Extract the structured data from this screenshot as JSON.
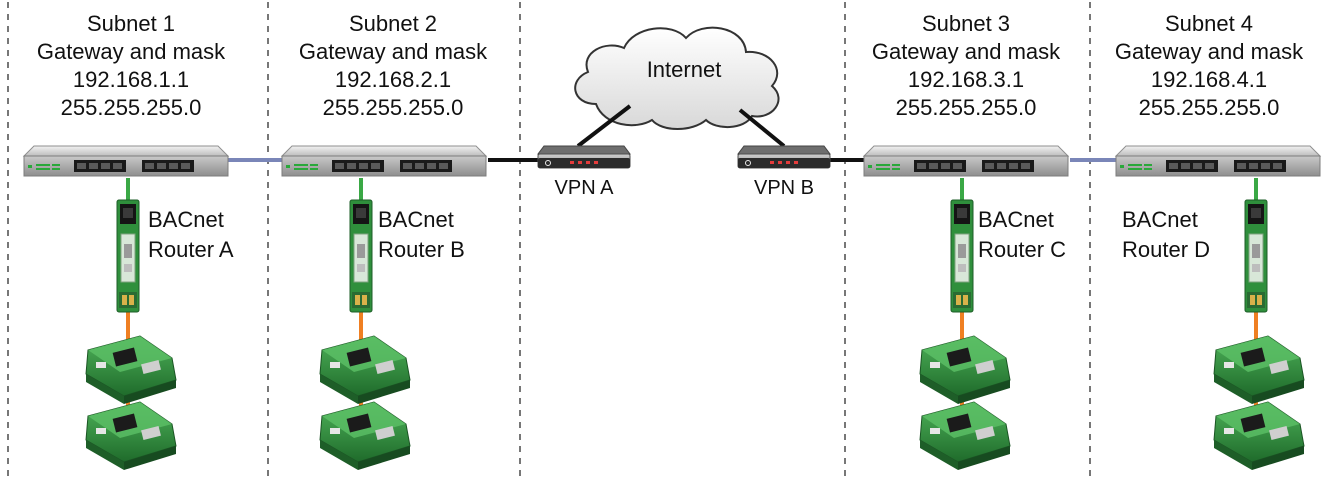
{
  "subnets": [
    {
      "name": "Subnet 1",
      "caption": "Gateway and mask",
      "gateway": "192.168.1.1",
      "mask": "255.255.255.0",
      "router_line1": "BACnet",
      "router_line2": "Router A"
    },
    {
      "name": "Subnet 2",
      "caption": "Gateway and mask",
      "gateway": "192.168.2.1",
      "mask": "255.255.255.0",
      "router_line1": "BACnet",
      "router_line2": "Router B"
    },
    {
      "name": "Subnet 3",
      "caption": "Gateway and mask",
      "gateway": "192.168.3.1",
      "mask": "255.255.255.0",
      "router_line1": "BACnet",
      "router_line2": "Router C"
    },
    {
      "name": "Subnet 4",
      "caption": "Gateway and mask",
      "gateway": "192.168.4.1",
      "mask": "255.255.255.0",
      "router_line1": "BACnet",
      "router_line2": "Router D"
    }
  ],
  "internet": {
    "label": "Internet"
  },
  "vpn": {
    "a": "VPN A",
    "b": "VPN B"
  },
  "colors": {
    "ethernet": "#111111",
    "switch_link": "#7a86b8",
    "router_link": "#3aa845",
    "mstp": "#ef7f22",
    "device_green": "#2e8b3e",
    "divider": "#777777"
  }
}
